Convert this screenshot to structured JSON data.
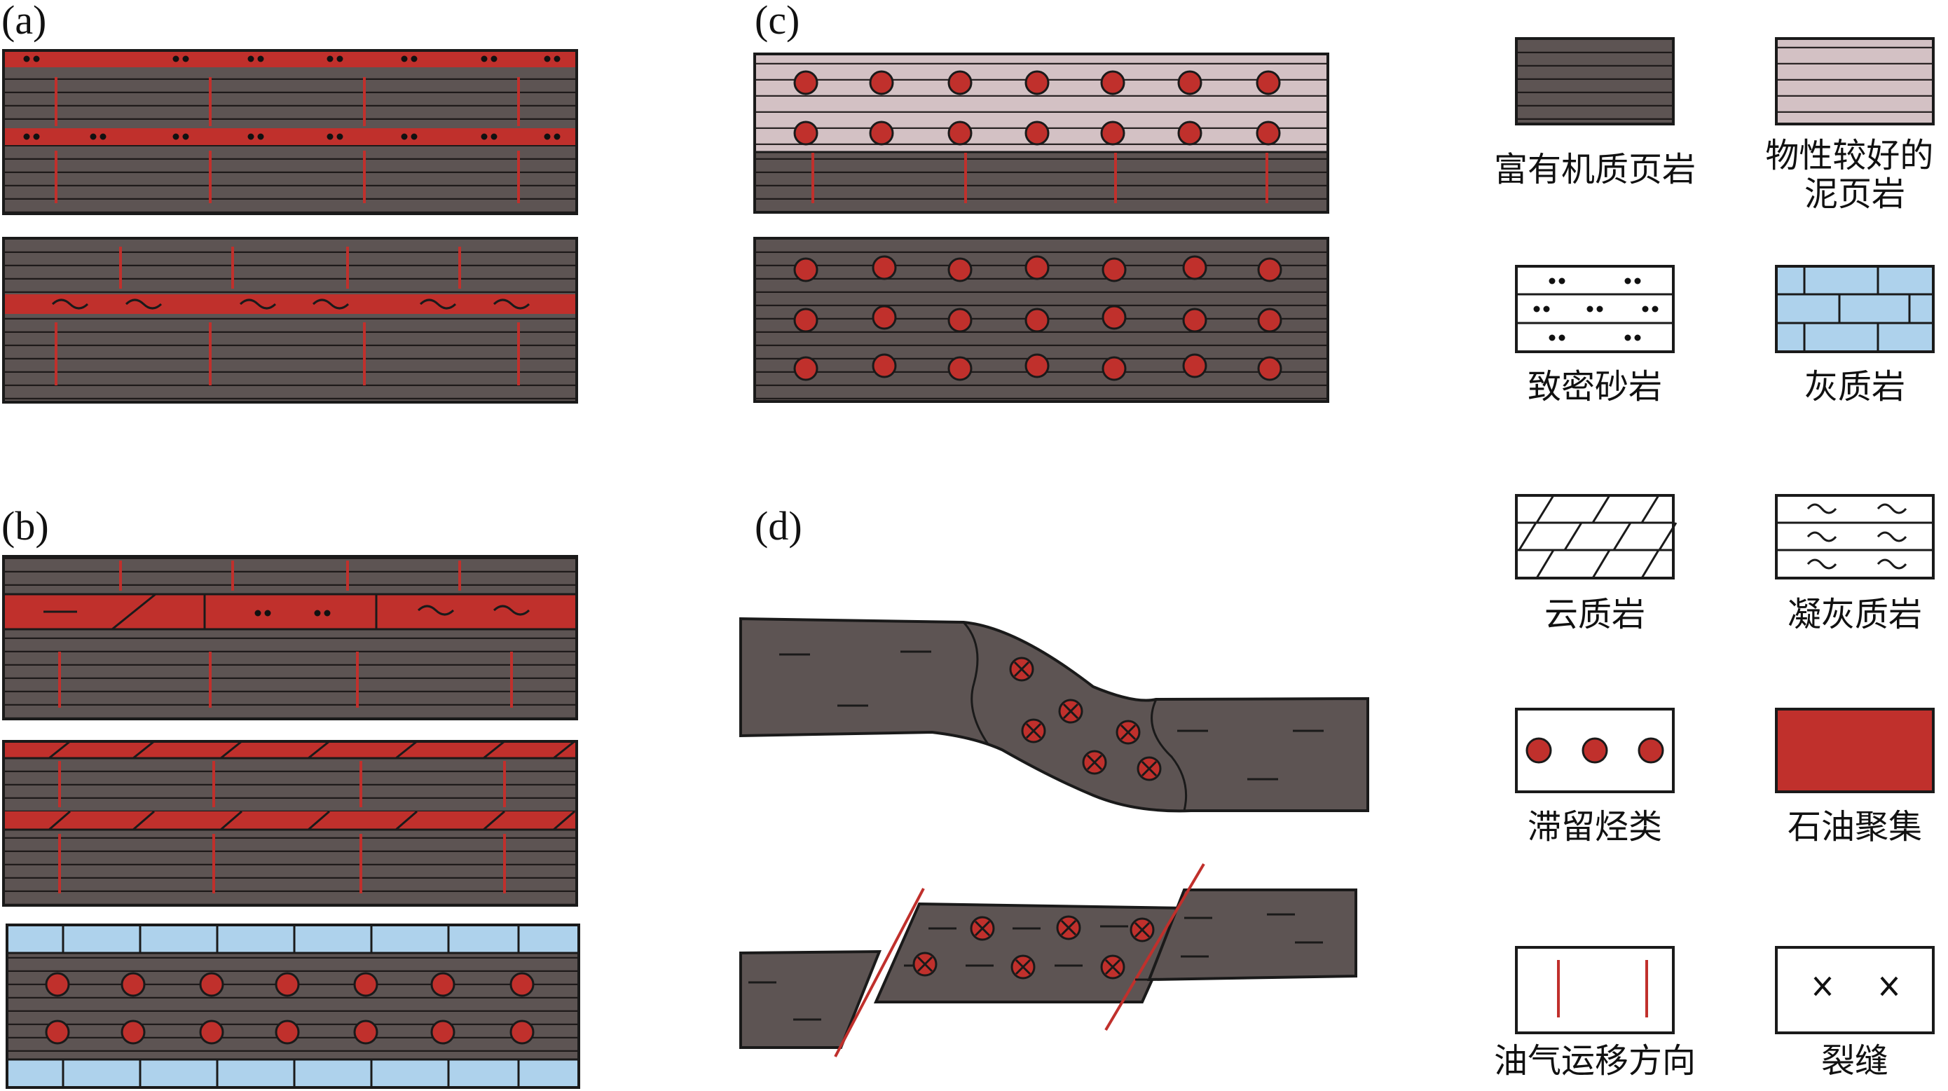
{
  "panels": {
    "a": "(a)",
    "b": "(b)",
    "c": "(c)",
    "d": "(d)"
  },
  "legend": {
    "organic_shale": [
      "富有机质页岩"
    ],
    "good_mudstone": [
      "物性较好的",
      "泥页岩"
    ],
    "tight_sandstone": [
      "致密砂岩"
    ],
    "limestone": [
      "灰质岩"
    ],
    "dolomite": [
      "云质岩"
    ],
    "tuff": [
      "凝灰质岩"
    ],
    "retained_hydrocarbon": [
      "滞留烃类"
    ],
    "oil_accumulation": [
      "石油聚集"
    ],
    "migration_direction": [
      "油气运移方向"
    ],
    "fracture": [
      "裂缝"
    ]
  },
  "colors": {
    "shale": "#5d5453",
    "shale_line": "#1e1a1a",
    "mudstone": "#d3c1c4",
    "oil": "#c0302c",
    "limestone": "#aed2ec",
    "outline": "#1a1a1a"
  }
}
